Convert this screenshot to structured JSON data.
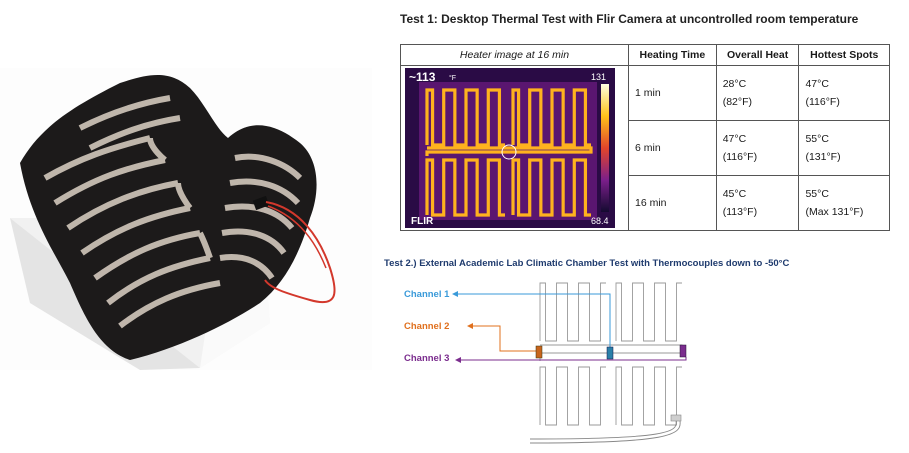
{
  "test1": {
    "title": "Test 1:  Desktop Thermal Test with Flir Camera at uncontrolled room temperature",
    "headers": [
      "Heater image at 16 min",
      "Heating Time",
      "Overall Heat",
      "Hottest Spots"
    ],
    "rows": [
      {
        "time": "1 min",
        "overall": [
          "28°C",
          "(82°F)"
        ],
        "hottest": [
          "47°C",
          "(116°F)"
        ]
      },
      {
        "time": "6 min",
        "overall": [
          "47°C",
          "(116°F)"
        ],
        "hottest": [
          "55°C",
          "(131°F)"
        ]
      },
      {
        "time": "16 min",
        "overall": [
          "45°C",
          "(113°F)"
        ],
        "hottest": [
          "55°C",
          "(Max 131°F)"
        ]
      }
    ],
    "thermal_image": {
      "reading": "~113",
      "reading_unit": "°F",
      "scale_max": "131",
      "scale_min": "68.4",
      "brand": "FLIR"
    }
  },
  "test2": {
    "title": "Test 2.) External Academic Lab Climatic Chamber Test with Thermocouples down to -50°C",
    "channels": [
      {
        "label": "Channel 1",
        "color": "#3a9ad9"
      },
      {
        "label": "Channel 2",
        "color": "#e0701e"
      },
      {
        "label": "Channel 3",
        "color": "#7b2d8e"
      }
    ]
  },
  "colors": {
    "heater_fabric": "#1c1a1a",
    "heater_trace": "#c9bfb4",
    "wire": "#d3382c"
  }
}
